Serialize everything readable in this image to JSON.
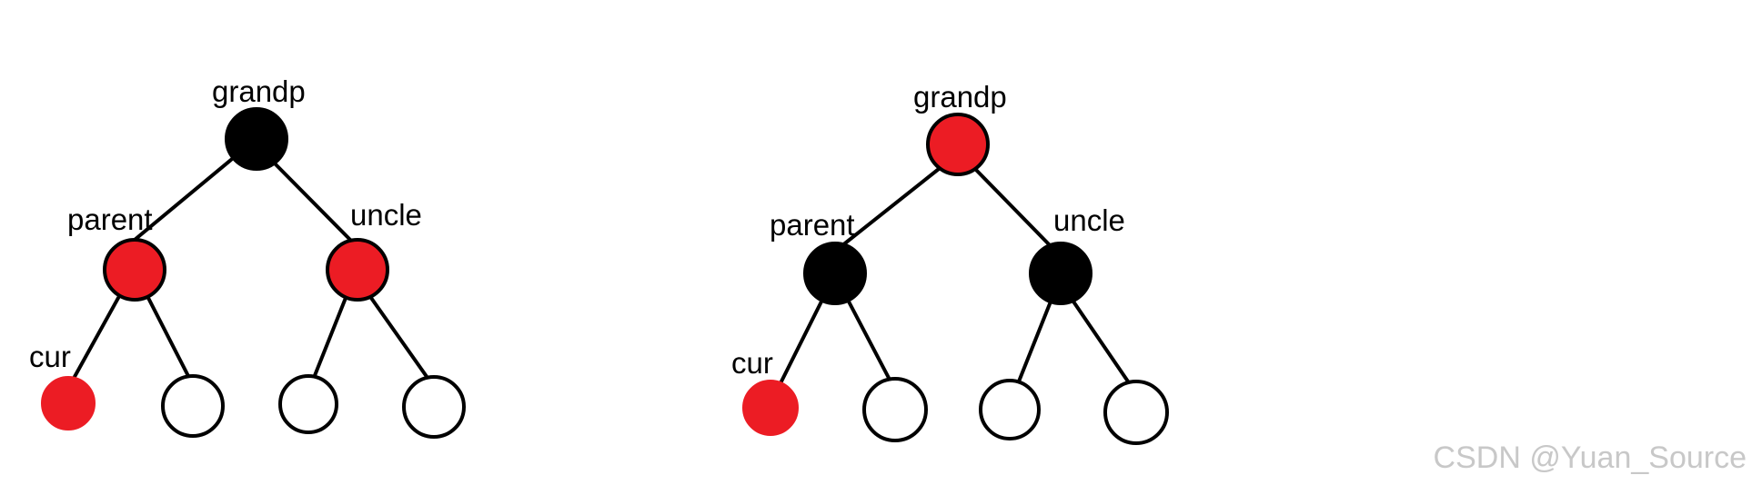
{
  "diagrams": [
    {
      "id": "before",
      "nodes": [
        {
          "key": "grandp",
          "label": "grandp",
          "fill": "#000000",
          "stroke": "#000000"
        },
        {
          "key": "parent",
          "label": "parent",
          "fill": "#ec1c24",
          "stroke": "#000000"
        },
        {
          "key": "uncle",
          "label": "uncle",
          "fill": "#ec1c24",
          "stroke": "#000000"
        },
        {
          "key": "cur",
          "label": "cur",
          "fill": "#ec1c24",
          "stroke": "#ec1c24"
        },
        {
          "key": "parent-right-child",
          "label": "",
          "fill": "#ffffff",
          "stroke": "#000000"
        },
        {
          "key": "uncle-left-child",
          "label": "",
          "fill": "#ffffff",
          "stroke": "#000000"
        },
        {
          "key": "uncle-right-child",
          "label": "",
          "fill": "#ffffff",
          "stroke": "#000000"
        }
      ]
    },
    {
      "id": "after",
      "nodes": [
        {
          "key": "grandp",
          "label": "grandp",
          "fill": "#ec1c24",
          "stroke": "#000000"
        },
        {
          "key": "parent",
          "label": "parent",
          "fill": "#000000",
          "stroke": "#000000"
        },
        {
          "key": "uncle",
          "label": "uncle",
          "fill": "#000000",
          "stroke": "#000000"
        },
        {
          "key": "cur",
          "label": "cur",
          "fill": "#ec1c24",
          "stroke": "#ec1c24"
        },
        {
          "key": "parent-right-child",
          "label": "",
          "fill": "#ffffff",
          "stroke": "#000000"
        },
        {
          "key": "uncle-left-child",
          "label": "",
          "fill": "#ffffff",
          "stroke": "#000000"
        },
        {
          "key": "uncle-right-child",
          "label": "",
          "fill": "#ffffff",
          "stroke": "#000000"
        }
      ]
    }
  ],
  "watermark": "CSDN @Yuan_Source"
}
